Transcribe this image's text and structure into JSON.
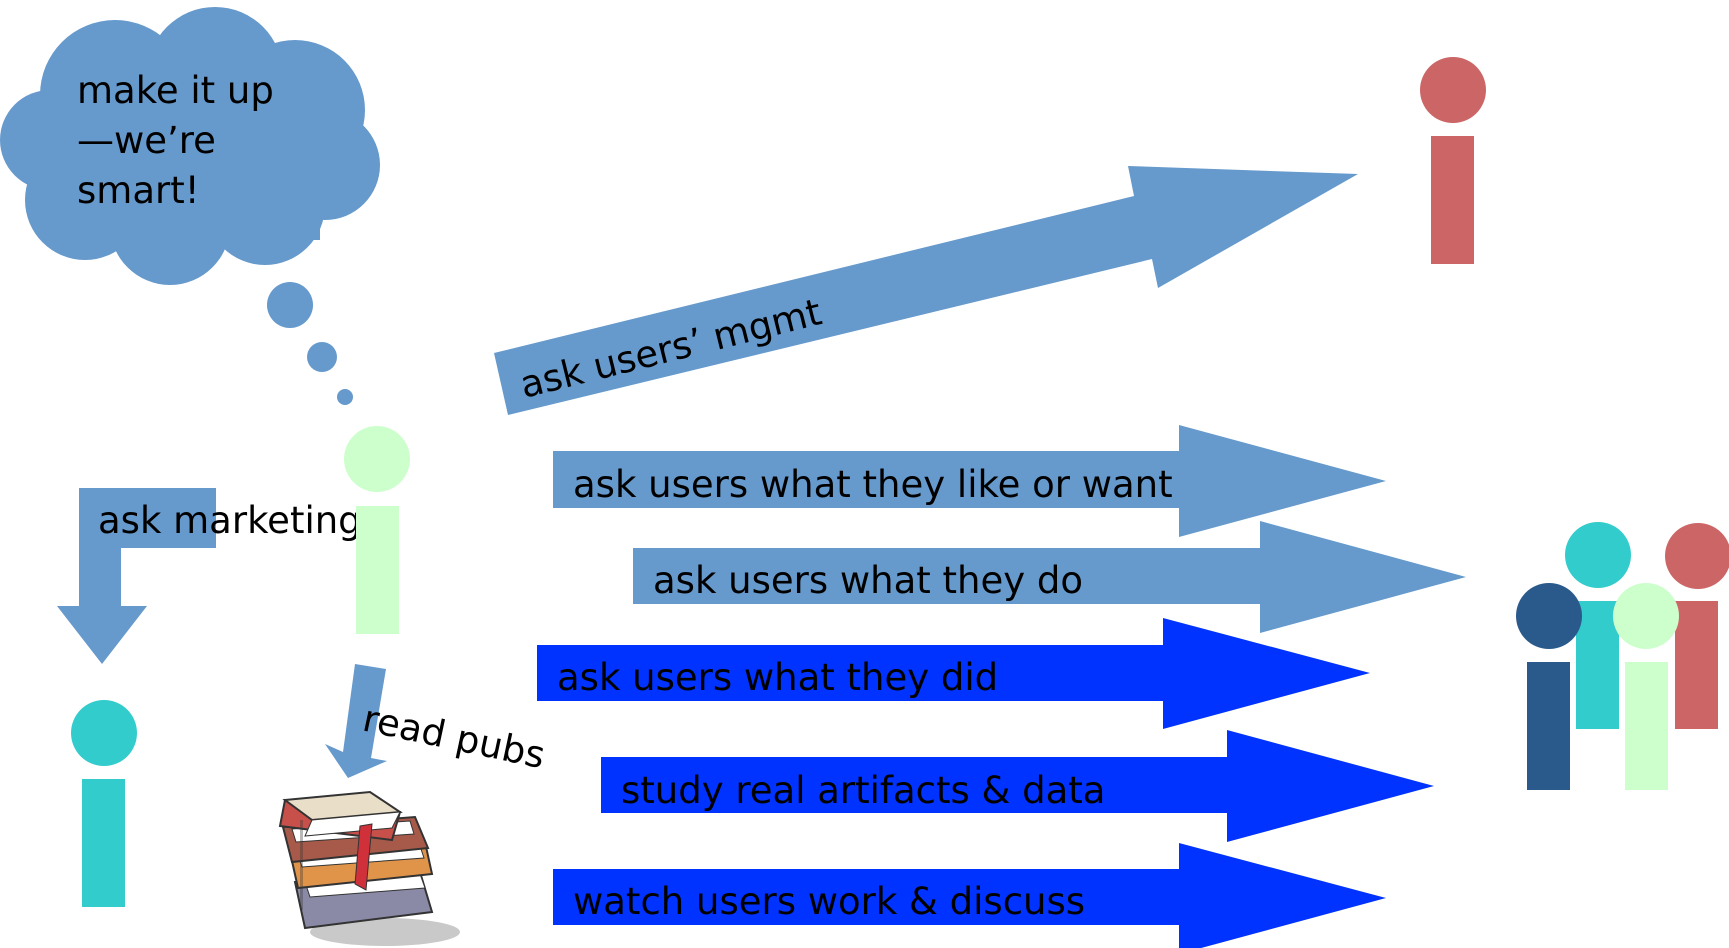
{
  "thought_cloud": {
    "lines": [
      "make it up",
      "—we’re",
      "smart!"
    ]
  },
  "arrows": {
    "mgmt": "ask users’ mgmt",
    "like_want": "ask users what they like or want",
    "do": "ask users what they do",
    "did": "ask users what they did",
    "artifacts": "study real artifacts & data",
    "watch": "watch users work & discuss",
    "marketing": "ask marketing",
    "pubs": "read pubs"
  },
  "icons": {
    "designer": "person-icon",
    "marketing_person": "person-icon",
    "manager": "person-icon",
    "user_group": "people-group-icon",
    "books": "books-icon"
  },
  "colors": {
    "light_arrow": "#6699cc",
    "strong_arrow": "#0033ff",
    "designer": "#ccffcc",
    "marketing_person": "#33cccc",
    "manager": "#cc6666",
    "user_navy": "#2a5a8c"
  }
}
